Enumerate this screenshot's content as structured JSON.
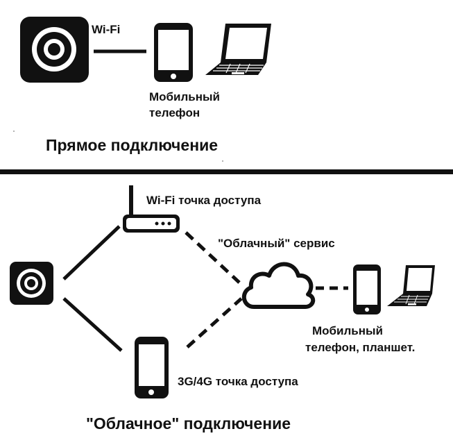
{
  "top": {
    "link_label": "Wi-Fi",
    "device_label_line1": "Мобильный",
    "device_label_line2": "телефон",
    "caption": "Прямое подключение"
  },
  "bottom": {
    "access_point_label": "Wi-Fi точка доступа",
    "cloud_label": "\"Облачный\" сервис",
    "devices_label_line1": "Мобильный",
    "devices_label_line2": "телефон, планшет.",
    "cellular_label": "3G/4G точка доступа",
    "caption": "\"Облачное\" подключение"
  },
  "icons": {
    "camera": "camera-icon",
    "phone": "smartphone-icon",
    "laptop": "laptop-icon",
    "router": "router-icon",
    "cloud": "cloud-icon"
  },
  "colors": {
    "ink": "#111111",
    "background": "#ffffff"
  }
}
